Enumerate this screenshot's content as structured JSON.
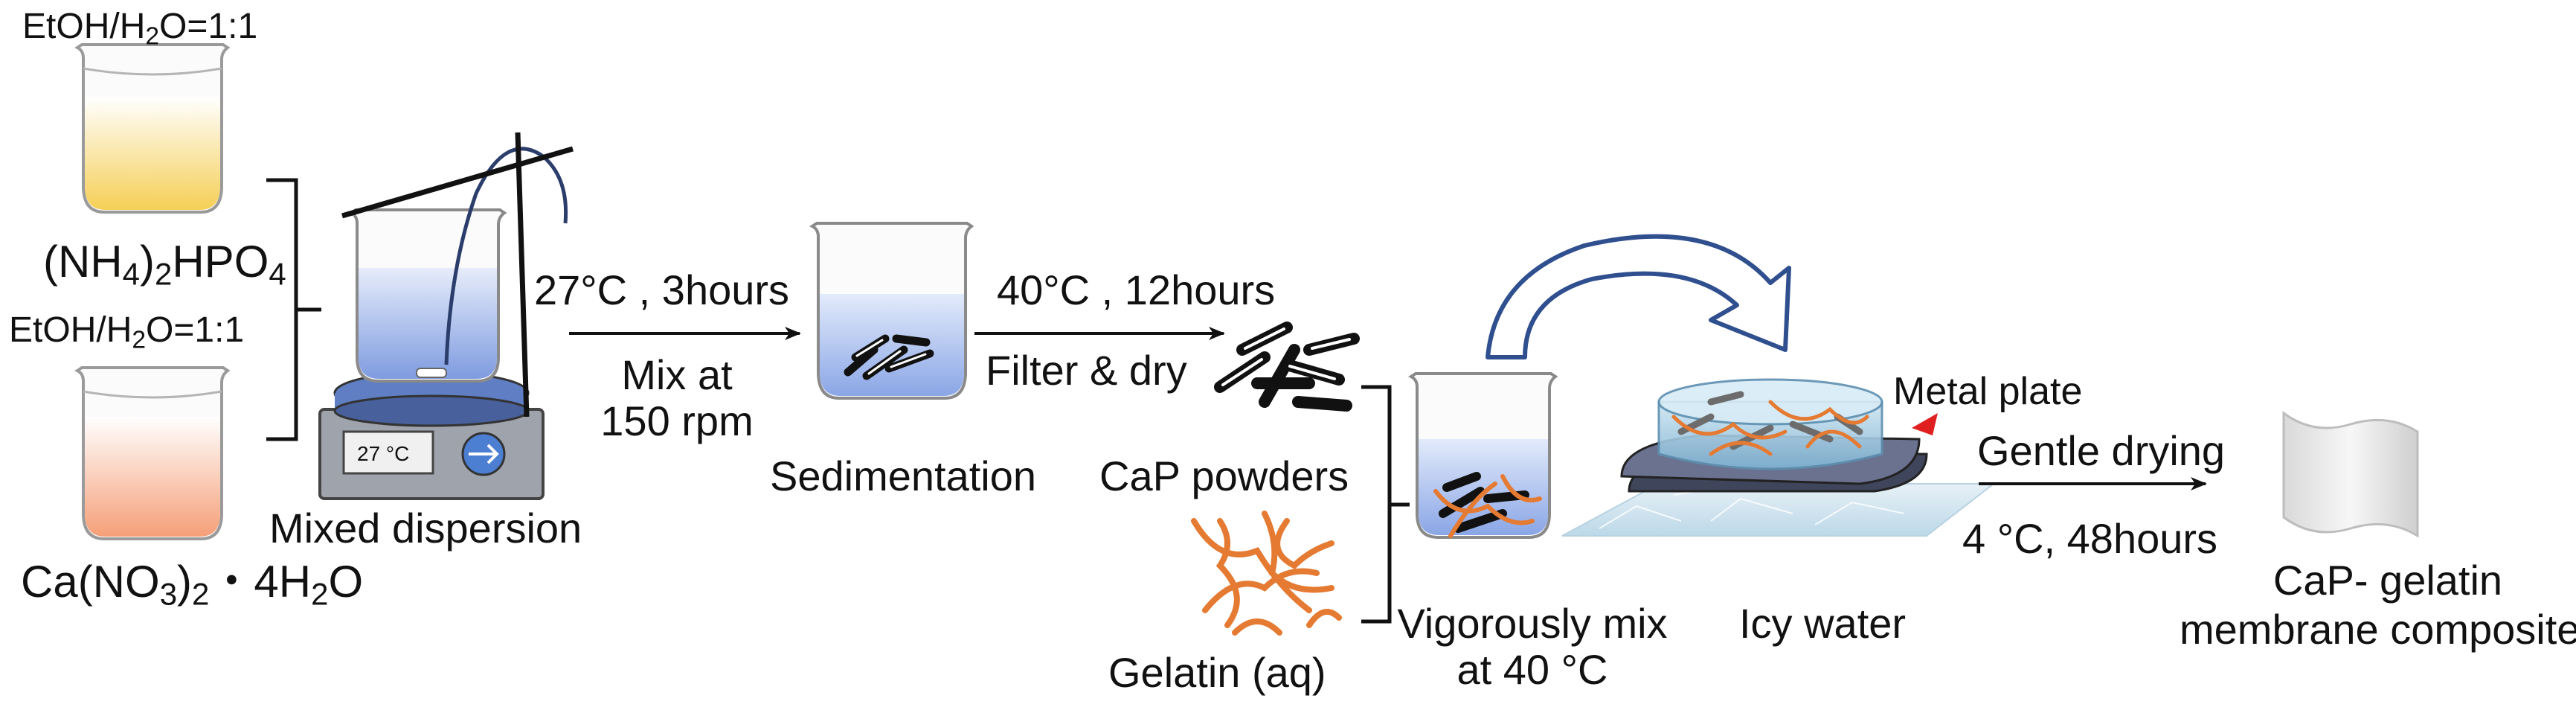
{
  "labels": {
    "top_solvent": "EtOH/H",
    "top_solvent_tail": "O=1:1",
    "phosphate_pre": "(NH",
    "phosphate_mid": ")",
    "phosphate_post": "HPO",
    "bottom_solvent": "EtOH/H",
    "bottom_solvent_tail": "O=1:1",
    "calcium_pre": "Ca(NO",
    "calcium_mid": ")",
    "calcium_post": "・4H",
    "calcium_end": "O",
    "sub_2": "2",
    "sub_3": "3",
    "sub_4": "4",
    "mixed_dispersion": "Mixed dispersion",
    "stirrer_display": "27 °C",
    "step1_condition": "27°C , 3hours",
    "step1_mix_line1": "Mix at",
    "step1_mix_line2": "150 rpm",
    "sedimentation": "Sedimentation",
    "step2_condition": "40°C , 12hours",
    "step2_action": "Filter & dry",
    "cap_powders": "CaP powders",
    "gelatin": "Gelatin (aq)",
    "vigorous_line1": "Vigorously mix",
    "vigorous_line2": "at 40 °C",
    "icy_water": "Icy water",
    "metal_plate": "Metal plate",
    "gentle_drying": "Gentle drying",
    "drying_condition": "4 °C, 48hours",
    "product_line1": "CaP- gelatin",
    "product_line2": "membrane composite"
  },
  "colors": {
    "phosphate_liquid": "#f7d35c",
    "calcium_liquid": "#f6a37c",
    "blue_liquid": "#8fa9e6",
    "gelatin_fiber": "#e57a32",
    "arrow_outline": "#2f4f8f",
    "marker_red": "#e02020",
    "plate_dark": "#4a4f66",
    "ice": "#cfe3ee"
  }
}
